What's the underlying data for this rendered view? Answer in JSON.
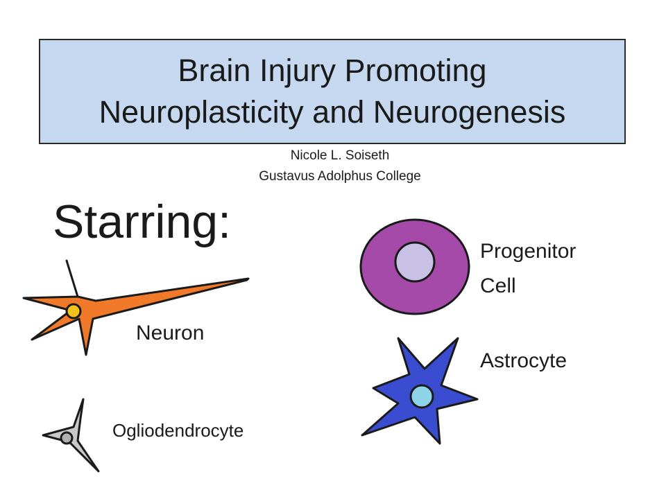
{
  "slide": {
    "title_line1": "Brain Injury Promoting",
    "title_line2": "Neuroplasticity and Neurogenesis",
    "author": "Nicole L. Soiseth",
    "institution": "Gustavus Adolphus College",
    "starring": "Starring:"
  },
  "cells": {
    "neuron": {
      "label": "Neuron",
      "color": "#f07a2a",
      "nucleus_color": "#f3c21c"
    },
    "oligodendrocyte": {
      "label": "Ogliodendrocyte",
      "color": "#c8c8c8"
    },
    "progenitor": {
      "label_line1": "Progenitor",
      "label_line2": "Cell",
      "color": "#a54aa8",
      "nucleus_color": "#c9c0e6"
    },
    "astrocyte": {
      "label": "Astrocyte",
      "color": "#3a4ccf",
      "nucleus_color": "#8fd3e8"
    }
  }
}
